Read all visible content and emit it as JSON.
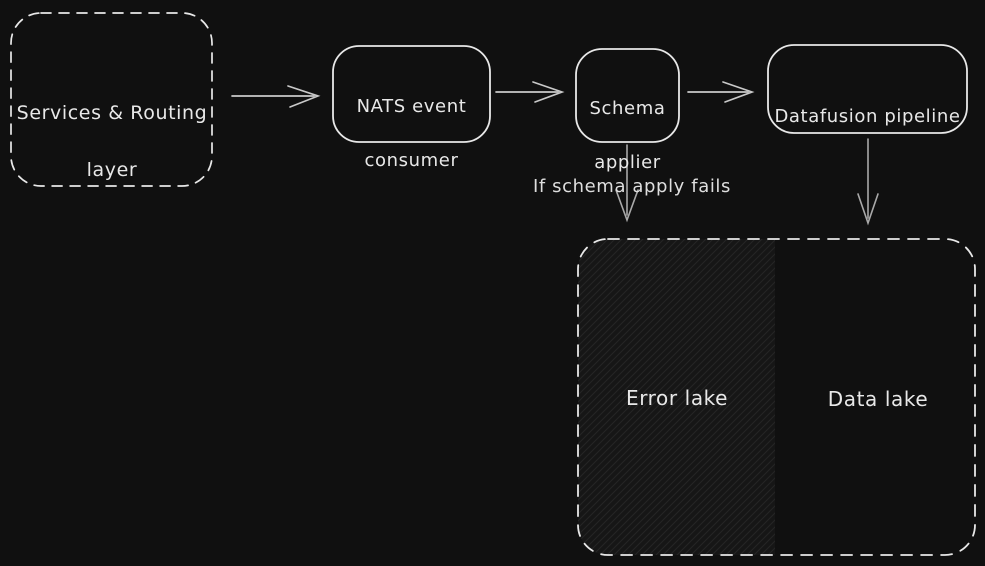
{
  "diagram": {
    "title": "Event ingestion pipeline diagram",
    "colors": {
      "background": "#101010",
      "node_stroke": "#e8e8e8",
      "arrow_stroke": "#bdbdbd",
      "text": "#e8e8e8",
      "error_lake_hatch": "#242424",
      "error_lake_fill": "#161616"
    },
    "nodes": {
      "services": {
        "lines": [
          "Services & Routing",
          "layer"
        ],
        "style": "dashed-rounded"
      },
      "nats": {
        "lines": [
          "NATS event",
          "consumer"
        ],
        "style": "solid-rounded"
      },
      "schema": {
        "lines": [
          "Schema",
          "applier"
        ],
        "style": "solid-rounded"
      },
      "datafusion": {
        "lines": [
          "Datafusion pipeline"
        ],
        "style": "solid-rounded"
      },
      "error_lake": {
        "lines": [
          "Error lake"
        ],
        "style": "hatched-region"
      },
      "data_lake": {
        "lines": [
          "Data lake"
        ],
        "style": "plain-region"
      }
    },
    "edges": [
      {
        "from": "services",
        "to": "nats",
        "label": ""
      },
      {
        "from": "nats",
        "to": "schema",
        "label": ""
      },
      {
        "from": "schema",
        "to": "datafusion",
        "label": ""
      },
      {
        "from": "schema",
        "to": "error_lake",
        "label": "If schema apply fails"
      },
      {
        "from": "datafusion",
        "to": "data_lake",
        "label": ""
      }
    ]
  }
}
